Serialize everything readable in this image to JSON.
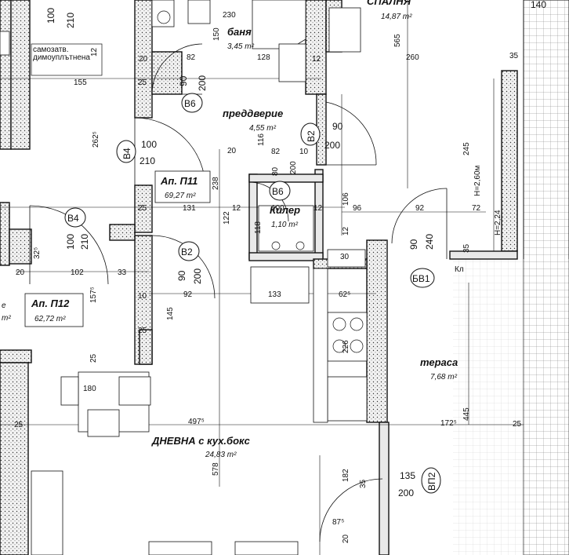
{
  "rooms": {
    "bath": {
      "name": "баня",
      "area": "3,45 m²"
    },
    "hall": {
      "name": "преддверие",
      "area": "4,55 m²"
    },
    "storage": {
      "name": "Килер",
      "area": "1,10 m²"
    },
    "bedroom": {
      "name": "СПАЛНЯ",
      "area": "14,87 m²"
    },
    "terrace": {
      "name": "тераса",
      "area": "7,68 m²"
    },
    "living": {
      "name": "ДНЕВНА с кух.бокс",
      "area": "24,83 m²"
    }
  },
  "apartments": {
    "p11": {
      "name": "Ап. П11",
      "area": "69,27 m²"
    },
    "p12": {
      "name": "Ап. П12",
      "area": "62,72 m²"
    }
  },
  "door_tags": {
    "b6_top": "B6",
    "b6_mid": "B6",
    "b4_left": "B4",
    "b4_low": "B4",
    "b2_hall": "B2",
    "b2_low": "B2",
    "bv1": "БВ1",
    "vp2": "ВП2"
  },
  "notes": {
    "left_note_1": "самозатв.",
    "left_note_2": "димоуплътнена",
    "kl": "Кл",
    "h_260": "H=2,60м",
    "h_224": "H=2,24"
  },
  "dims": {
    "d140": "140",
    "d100a": "100",
    "d210a": "210",
    "d230": "230",
    "d150": "150",
    "d12a": "12",
    "d20a": "20",
    "d82a": "82",
    "d128": "128",
    "d12b": "12",
    "d565": "565",
    "d260": "260",
    "d35a": "35",
    "d155": "155",
    "d25a": "25",
    "d90a": "90",
    "d200a": "200",
    "d90b": "90",
    "d200b": "200",
    "d262": "262⁵",
    "d100b": "100",
    "d210b": "210",
    "d20b": "20",
    "d116": "116",
    "d82b": "82",
    "d10a": "10",
    "d245": "245",
    "d80": "80",
    "d200c": "200",
    "d238": "238",
    "d25b": "25",
    "d131": "131",
    "d12c": "12",
    "d122": "122",
    "d12d": "12",
    "d106": "106",
    "d96": "96",
    "d92a": "92",
    "d72": "72",
    "d100c": "100",
    "d210c": "210",
    "d32": "32⁵",
    "d118": "118",
    "d100d": "100",
    "d12e": "12",
    "d90c": "90",
    "d240": "240",
    "d35b": "35",
    "d90d": "90",
    "d200d": "200",
    "d30": "30",
    "d20c": "20",
    "d102": "102",
    "d33": "33",
    "d157": "157⁵",
    "d10b": "10",
    "d92b": "92",
    "d133": "133",
    "d62": "62⁵",
    "d145": "145",
    "d226": "226",
    "d25c": "25",
    "d25d": "25",
    "d180": "180",
    "d25e": "25",
    "d497": "497⁵",
    "d172": "172⁵",
    "d445": "445",
    "d25f": "25",
    "d578": "578",
    "d182": "182",
    "d35c": "35",
    "d135": "135",
    "d200e": "200",
    "d87": "87⁵",
    "d20d": "20"
  }
}
